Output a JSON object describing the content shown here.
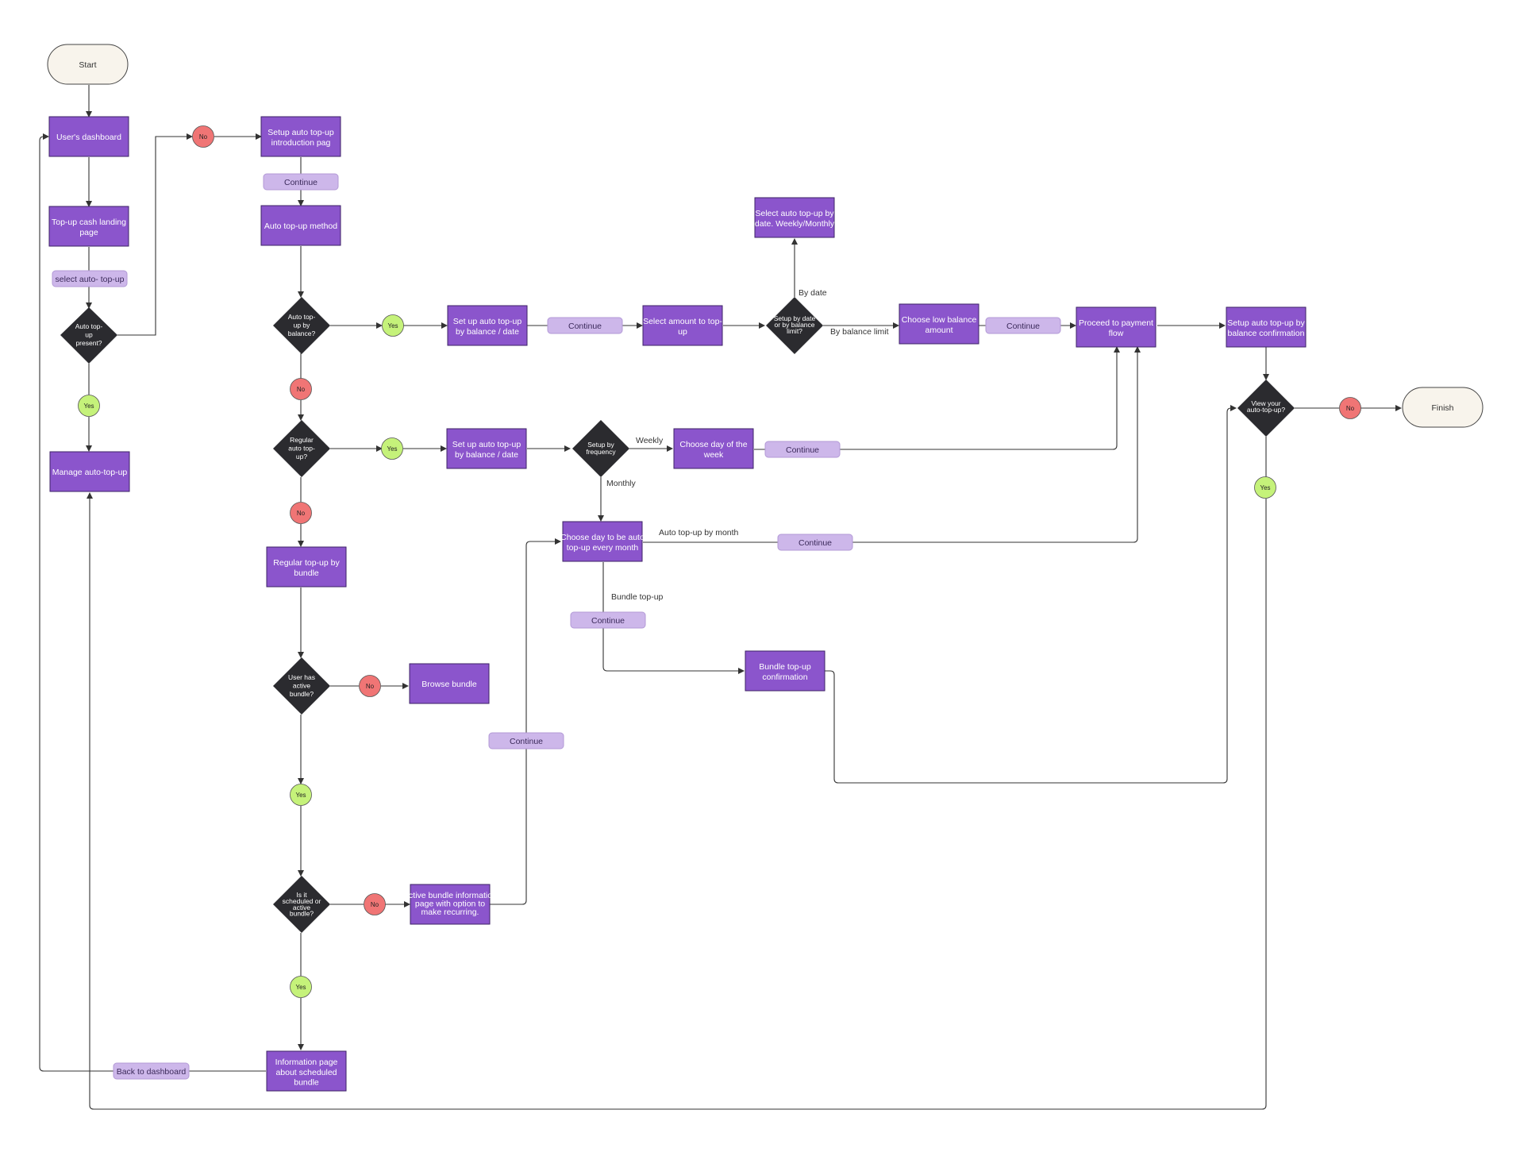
{
  "colors": {
    "process": "#8b55cc",
    "process_border": "#3d2266",
    "decision": "#2b2b2f",
    "terminal": "#f8f4ec",
    "pill": "#cdb7ea",
    "pill_border": "#b39ad6",
    "no_badge": "#f07575",
    "yes_badge": "#c5f27a",
    "line": "#333333"
  },
  "terminals": {
    "start": "Start",
    "finish": "Finish"
  },
  "processes": {
    "users_dashboard": "User's dashboard",
    "topup_cash_landing": "Top-up cash landing page",
    "manage_auto_topup": "Manage auto-top-up",
    "setup_intro": "Setup auto top-up introduction pag",
    "auto_topup_method": "Auto top-up method",
    "setup_balance_date_1": "Set up auto top-up by balance / date",
    "select_amount": "Select amount to top-up",
    "select_by_date": "Select auto top-up by date. Weekly/Monthly",
    "choose_low_balance": "Choose low balance amount",
    "proceed_payment": "Proceed to payment flow",
    "setup_confirmation": "Setup auto top-up by balance confirmation",
    "setup_balance_date_2": "Set up auto top-up by balance / date",
    "choose_day_week": "Choose day of the week",
    "choose_day_month": "Choose day to be auto top-up every month",
    "regular_bundle": "Regular top-up by bundle",
    "browse_bundle": "Browse bundle",
    "bundle_confirmation": "Bundle top-up confirmation",
    "active_bundle_info": "Active bundle information page with option to make recurring.",
    "info_scheduled": "Information page about scheduled bundle"
  },
  "decisions": {
    "auto_present": "Auto top-up present?",
    "by_balance": "Auto top-up by balance?",
    "regular_auto": "Regular auto top-up?",
    "date_or_balance": "Setup by date or by balance limit?",
    "by_frequency": "Setup by frequency",
    "active_bundle": "User has active bundle?",
    "scheduled_or_active": "Is it scheduled or active bundle?",
    "view_auto": "View your auto-top-up?"
  },
  "pills": {
    "select_auto": "select auto- top-up",
    "continue": "Continue",
    "back_dashboard": "Back to dashboard"
  },
  "badges": {
    "yes": "Yes",
    "no": "No"
  },
  "edge_labels": {
    "by_date": "By date",
    "by_balance_limit": "By balance limit",
    "weekly": "Weekly",
    "monthly": "Monthly",
    "auto_by_month": "Auto top-up by month",
    "bundle_topup": "Bundle top-up"
  }
}
